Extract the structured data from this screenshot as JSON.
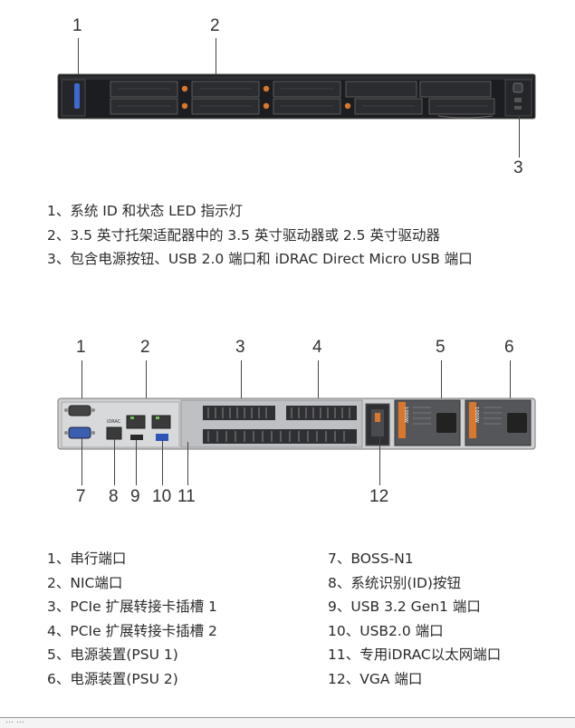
{
  "front": {
    "callouts": [
      "1",
      "2",
      "3"
    ],
    "legend": [
      "1、系统 ID 和状态 LED 指示灯",
      "2、3.5 英寸托架适配器中的 3.5 英寸驱动器或 2.5 英寸驱动器",
      "3、包含电源按钮、USB 2.0 端口和 iDRAC Direct Micro USB 端口"
    ]
  },
  "rear": {
    "callouts_top": [
      "1",
      "2",
      "3",
      "4",
      "5",
      "6"
    ],
    "callouts_bottom": [
      "7",
      "8",
      "9",
      "10",
      "11",
      "12"
    ],
    "legend_left": [
      "1、串行端口",
      "2、NIC端口",
      "3、PCIe 扩展转接卡插槽 1",
      "4、PCIe 扩展转接卡插槽 2",
      "5、电源装置(PSU 1)",
      "6、电源装置(PSU 2)"
    ],
    "legend_right": [
      "7、BOSS-N1",
      "8、系统识别(ID)按钮",
      "9、USB 3.2 Gen1 端口",
      "10、USB2.0 端口",
      "11、专用iDRAC以太网端口",
      "12、VGA 端口"
    ],
    "label_idrac": "iDRAC",
    "label_psu": "1000W"
  },
  "footer_text": "…  …"
}
